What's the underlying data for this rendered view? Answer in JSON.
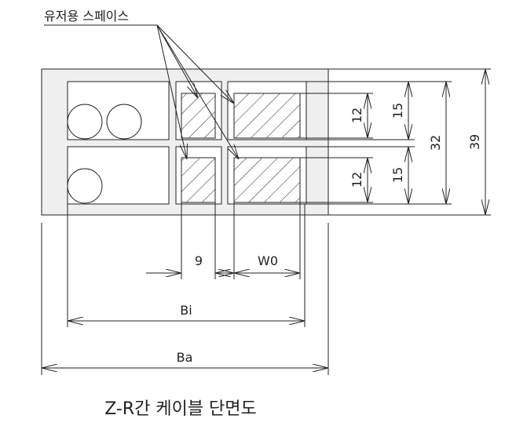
{
  "diagram": {
    "callout_label": "유저용 스페이스",
    "caption": "Z-R간 케이블 단면도",
    "dimensions": {
      "inner_gap_width": "9",
      "slot_width": "W0",
      "inner_width": "Bi",
      "outer_width": "Ba",
      "slot_height_top": "12",
      "slot_height_bottom": "12",
      "compartment_height_top": "15",
      "compartment_height_bottom": "15",
      "inner_height": "32",
      "outer_height": "39"
    }
  },
  "colors": {
    "body_fill": "#efefef",
    "line": "#222222",
    "compartment_fill": "#ffffff"
  }
}
